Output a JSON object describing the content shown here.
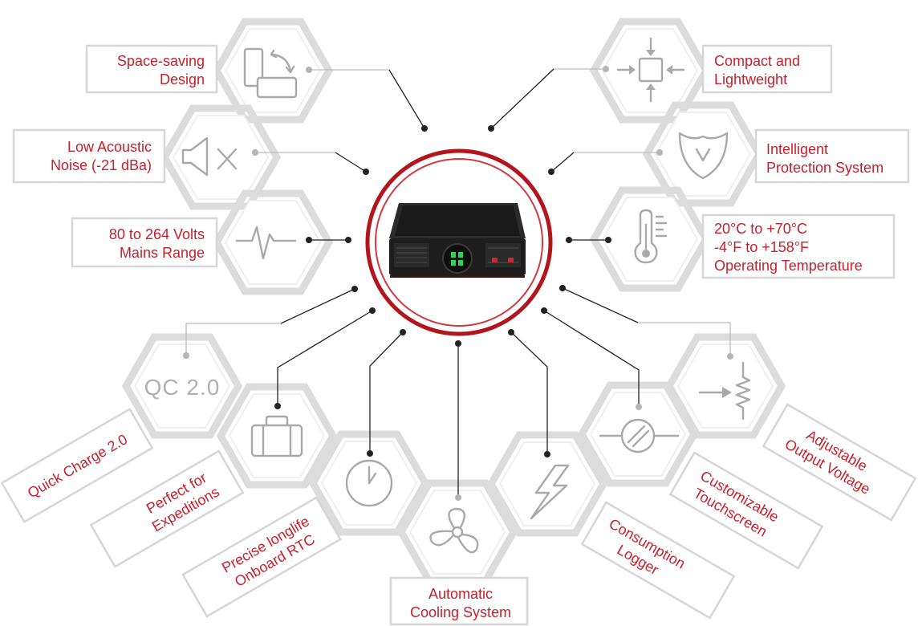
{
  "colors": {
    "label_text": "#c8202a",
    "ring": "#b3151d",
    "icon_gray": "#a9a9a9",
    "hex_border": "#dcdcdc"
  },
  "product": {
    "image": "power-supply-unit"
  },
  "features": {
    "space_saving": {
      "lines": [
        "Space-saving",
        "Design"
      ],
      "icon": "resize-rotate-icon"
    },
    "compact": {
      "lines": [
        "Compact and",
        "Lightweight"
      ],
      "icon": "compress-arrows-icon"
    },
    "low_noise": {
      "lines": [
        "Low Acoustic",
        "Noise (-21 dBa)"
      ],
      "icon": "speaker-mute-icon"
    },
    "protection": {
      "lines": [
        "Intelligent",
        "Protection System"
      ],
      "icon": "shield-check-icon"
    },
    "mains": {
      "lines": [
        "80 to 264 Volts",
        "Mains Range"
      ],
      "icon": "waveform-icon"
    },
    "temperature": {
      "lines": [
        "20°C to +70°C",
        "-4°F to +158°F",
        "Operating Temperature"
      ],
      "icon": "thermometer-icon"
    },
    "quick_charge": {
      "lines": [
        "Quick Charge 2.0"
      ],
      "icon_text": "QC 2.0"
    },
    "expeditions": {
      "lines": [
        "Perfect for",
        "Expeditions"
      ],
      "icon": "briefcase-icon"
    },
    "rtc": {
      "lines": [
        "Precise longlife",
        "Onboard RTC"
      ],
      "icon": "clock-icon"
    },
    "cooling": {
      "lines": [
        "Automatic",
        "Cooling System"
      ],
      "icon": "fan-icon"
    },
    "logger": {
      "lines": [
        "Consumption",
        "Logger"
      ],
      "icon": "lightning-icon"
    },
    "touchscreen": {
      "lines": [
        "Customizable",
        "Touchscreen"
      ],
      "icon": "touchscreen-icon"
    },
    "voltage": {
      "lines": [
        "Adjustable",
        "Output Voltage"
      ],
      "icon": "variable-resistor-icon"
    }
  }
}
